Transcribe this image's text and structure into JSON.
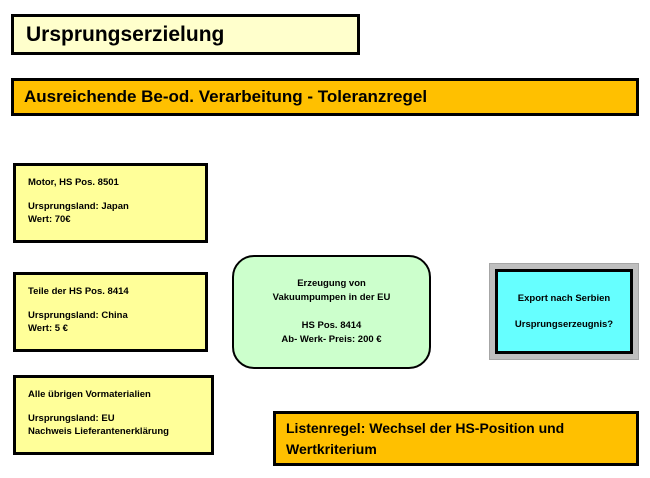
{
  "slide": {
    "background_color": "#ffffff",
    "title": {
      "text": "Ursprungserzielung",
      "fill_color": "#ffffcc",
      "border_color": "#000000"
    },
    "subtitle": {
      "text": "Ausreichende Be-od. Verarbeitung - Toleranzregel",
      "fill_color": "#ffc000",
      "border_color": "#000000"
    },
    "material_boxes": [
      {
        "name": "motor",
        "fill_color": "#ffff99",
        "line1": "Motor, HS Pos. 8501",
        "line2": "Ursprungsland: Japan",
        "line3": "Wert: 70€"
      },
      {
        "name": "teile",
        "fill_color": "#ffff99",
        "line1": "Teile der HS Pos. 8414",
        "line2": "Ursprungsland: China",
        "line3": "Wert: 5 €"
      },
      {
        "name": "uebrige-vormaterialien",
        "fill_color": "#ffff99",
        "line1": "Alle übrigen Vormaterialien",
        "line2": "Ursprungsland: EU",
        "line3": "Nachweis Lieferantenerklärung"
      }
    ],
    "process_box": {
      "fill_color": "#ccffcc",
      "line1": "Erzeugung von",
      "line2": "Vakuumpumpen in der EU",
      "line3": "HS Pos. 8414",
      "line4": "Ab- Werk- Preis: 200 €"
    },
    "export_box": {
      "frame_color": "#bfbfbf",
      "fill_color": "#66ffff",
      "line1": "Export nach Serbien",
      "line2": "Ursprungserzeugnis?"
    },
    "rule_box": {
      "fill_color": "#ffc000",
      "line1": "Listenregel: Wechsel der HS-Position und",
      "line2": "Wertkriterium"
    }
  }
}
